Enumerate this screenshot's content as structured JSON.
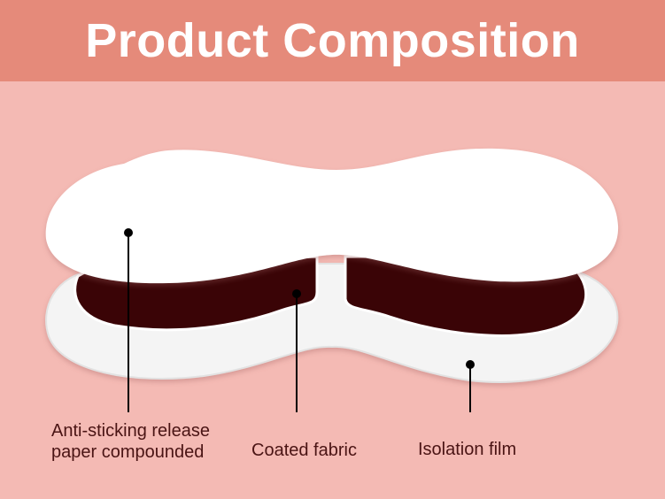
{
  "header": {
    "title": "Product Composition"
  },
  "labels": {
    "release_paper": "Anti-sticking release paper compounded",
    "release_paper_line1": "Anti-sticking release",
    "release_paper_line2": "paper compounded",
    "coated_fabric": "Coated fabric",
    "isolation_film": "Isolation film"
  },
  "colors": {
    "background": "#f4bab4",
    "header": "#e58a7a",
    "fabric": "#3a0406",
    "text": "#4a1414"
  }
}
